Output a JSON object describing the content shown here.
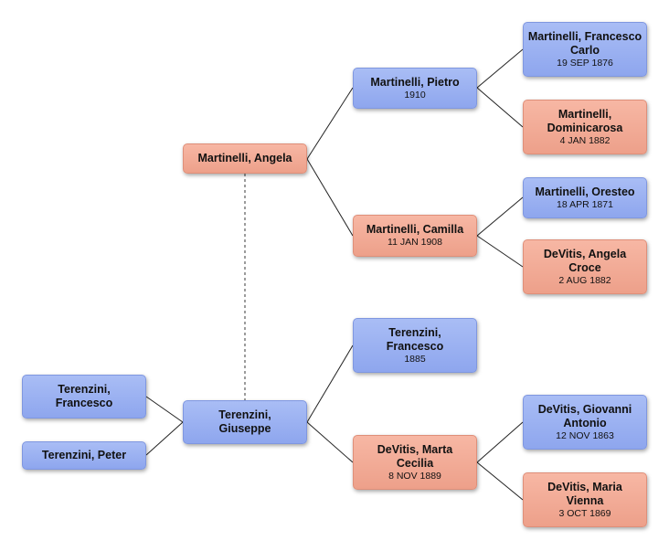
{
  "people": {
    "francesco_child": {
      "name": "Terenzini, Francesco",
      "date": ""
    },
    "peter": {
      "name": "Terenzini, Peter",
      "date": ""
    },
    "angela": {
      "name": "Martinelli, Angela",
      "date": ""
    },
    "giuseppe": {
      "name": "Terenzini, Giuseppe",
      "date": ""
    },
    "pietro": {
      "name": "Martinelli, Pietro",
      "date": "1910"
    },
    "camilla": {
      "name": "Martinelli, Camilla",
      "date": "11 JAN 1908"
    },
    "francesco_father": {
      "name": "Terenzini, Francesco",
      "date": "1885"
    },
    "marta": {
      "name": "DeVitis, Marta Cecilia",
      "date": "8 NOV 1889"
    },
    "francesco_carlo": {
      "name": "Martinelli, Francesco Carlo",
      "date": "19 SEP 1876"
    },
    "dominicarosa": {
      "name": "Martinelli, Dominicarosa",
      "date": "4 JAN 1882"
    },
    "oresteo": {
      "name": "Martinelli, Oresteo",
      "date": "18 APR 1871"
    },
    "angela_croce": {
      "name": "DeVitis, Angela Croce",
      "date": "2 AUG 1882"
    },
    "giovanni": {
      "name": "DeVitis, Giovanni Antonio",
      "date": "12 NOV 1863"
    },
    "maria": {
      "name": "DeVitis, Maria Vienna",
      "date": "3 OCT 1869"
    }
  },
  "colors": {
    "male": "#9aaff2",
    "female": "#f2a995",
    "line": "#222222",
    "spouse_line": "#666666"
  }
}
